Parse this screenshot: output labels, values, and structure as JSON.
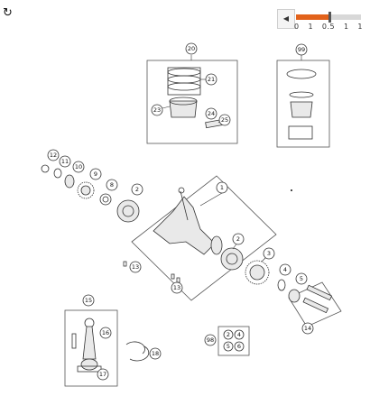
{
  "toolbar": {
    "refresh_icon": "refresh-icon",
    "back_icon": "triangle-left-icon",
    "zoom_ticks": [
      "0",
      "1",
      "0.5",
      "1",
      "1"
    ],
    "zoom_level": 0.52,
    "accent_color": "#e2621b"
  },
  "callouts": {
    "c1": "1",
    "c2a": "2",
    "c2b": "2",
    "c3": "3",
    "c4": "4",
    "c5": "5",
    "c8": "8",
    "c9": "9",
    "c10": "10",
    "c11": "11",
    "c12": "12",
    "c13a": "13",
    "c13b": "13",
    "c14": "14",
    "c15": "15",
    "c16": "16",
    "c17": "17",
    "c18": "18",
    "c20": "20",
    "c21": "21",
    "c23": "23",
    "c24": "24",
    "c25": "25",
    "c98": "98",
    "c99": "99",
    "k2": "2",
    "k4": "4",
    "k5": "5",
    "k6": "6"
  }
}
